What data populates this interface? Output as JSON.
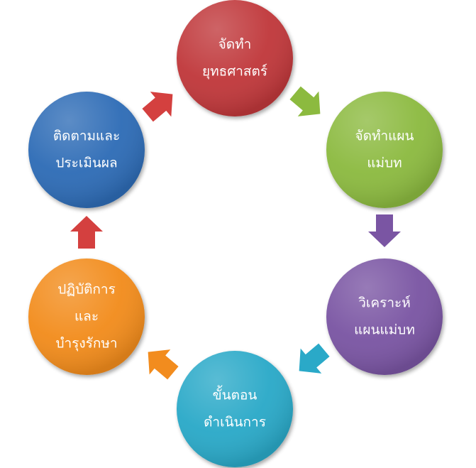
{
  "diagram": {
    "type": "cycle",
    "nodes": [
      {
        "id": "strategy",
        "lines": [
          "จัดทำ",
          "ยุทธศาสตร์"
        ],
        "color": "#c0393b"
      },
      {
        "id": "masterplan",
        "lines": [
          "จัดทำแผน",
          "แม่บท"
        ],
        "color": "#8cba3f"
      },
      {
        "id": "analysis",
        "lines": [
          "วิเคราะห์",
          "แผนแม่บท"
        ],
        "color": "#7a55a3"
      },
      {
        "id": "procedure",
        "lines": [
          "ขั้นตอน",
          "ดำเนินการ"
        ],
        "color": "#2aa9c8"
      },
      {
        "id": "operation",
        "lines": [
          "ปฏิบัติการ",
          "และ",
          "บำรุงรักษา"
        ],
        "color": "#f28c1e"
      },
      {
        "id": "monitoring",
        "lines": [
          "ติดตามและ",
          "ประเมินผล"
        ],
        "color": "#2e6cb6"
      }
    ],
    "arrows": [
      {
        "from": "strategy",
        "to": "masterplan",
        "color": "#d4403f"
      },
      {
        "from": "masterplan",
        "to": "analysis",
        "color": "#8cba3f"
      },
      {
        "from": "analysis",
        "to": "procedure",
        "color": "#7a55a3"
      },
      {
        "from": "procedure",
        "to": "operation",
        "color": "#2aa9c8"
      },
      {
        "from": "operation",
        "to": "monitoring",
        "color": "#f28c1e"
      },
      {
        "from": "monitoring",
        "to": "strategy",
        "color": "#d4403f"
      }
    ]
  }
}
